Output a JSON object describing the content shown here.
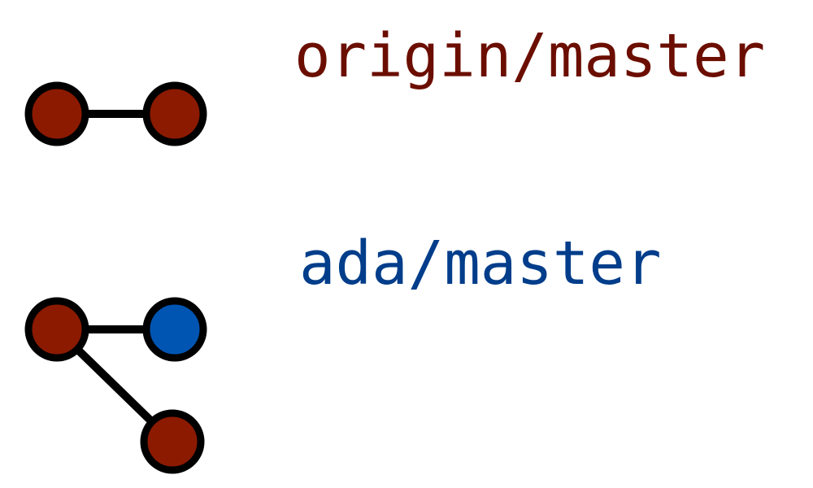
{
  "colors": {
    "commit_default": "#8b1a00",
    "commit_highlight": "#0055b3",
    "outline": "#000000",
    "origin_label": "#6b0e00",
    "ada_label": "#003d8a"
  },
  "branches": [
    {
      "label": "origin/master",
      "commits": [
        {
          "color_key": "commit_default"
        },
        {
          "color_key": "commit_default"
        }
      ]
    },
    {
      "label": "ada/master",
      "commits": [
        {
          "color_key": "commit_default"
        },
        {
          "color_key": "commit_highlight"
        },
        {
          "color_key": "commit_default"
        }
      ]
    }
  ]
}
